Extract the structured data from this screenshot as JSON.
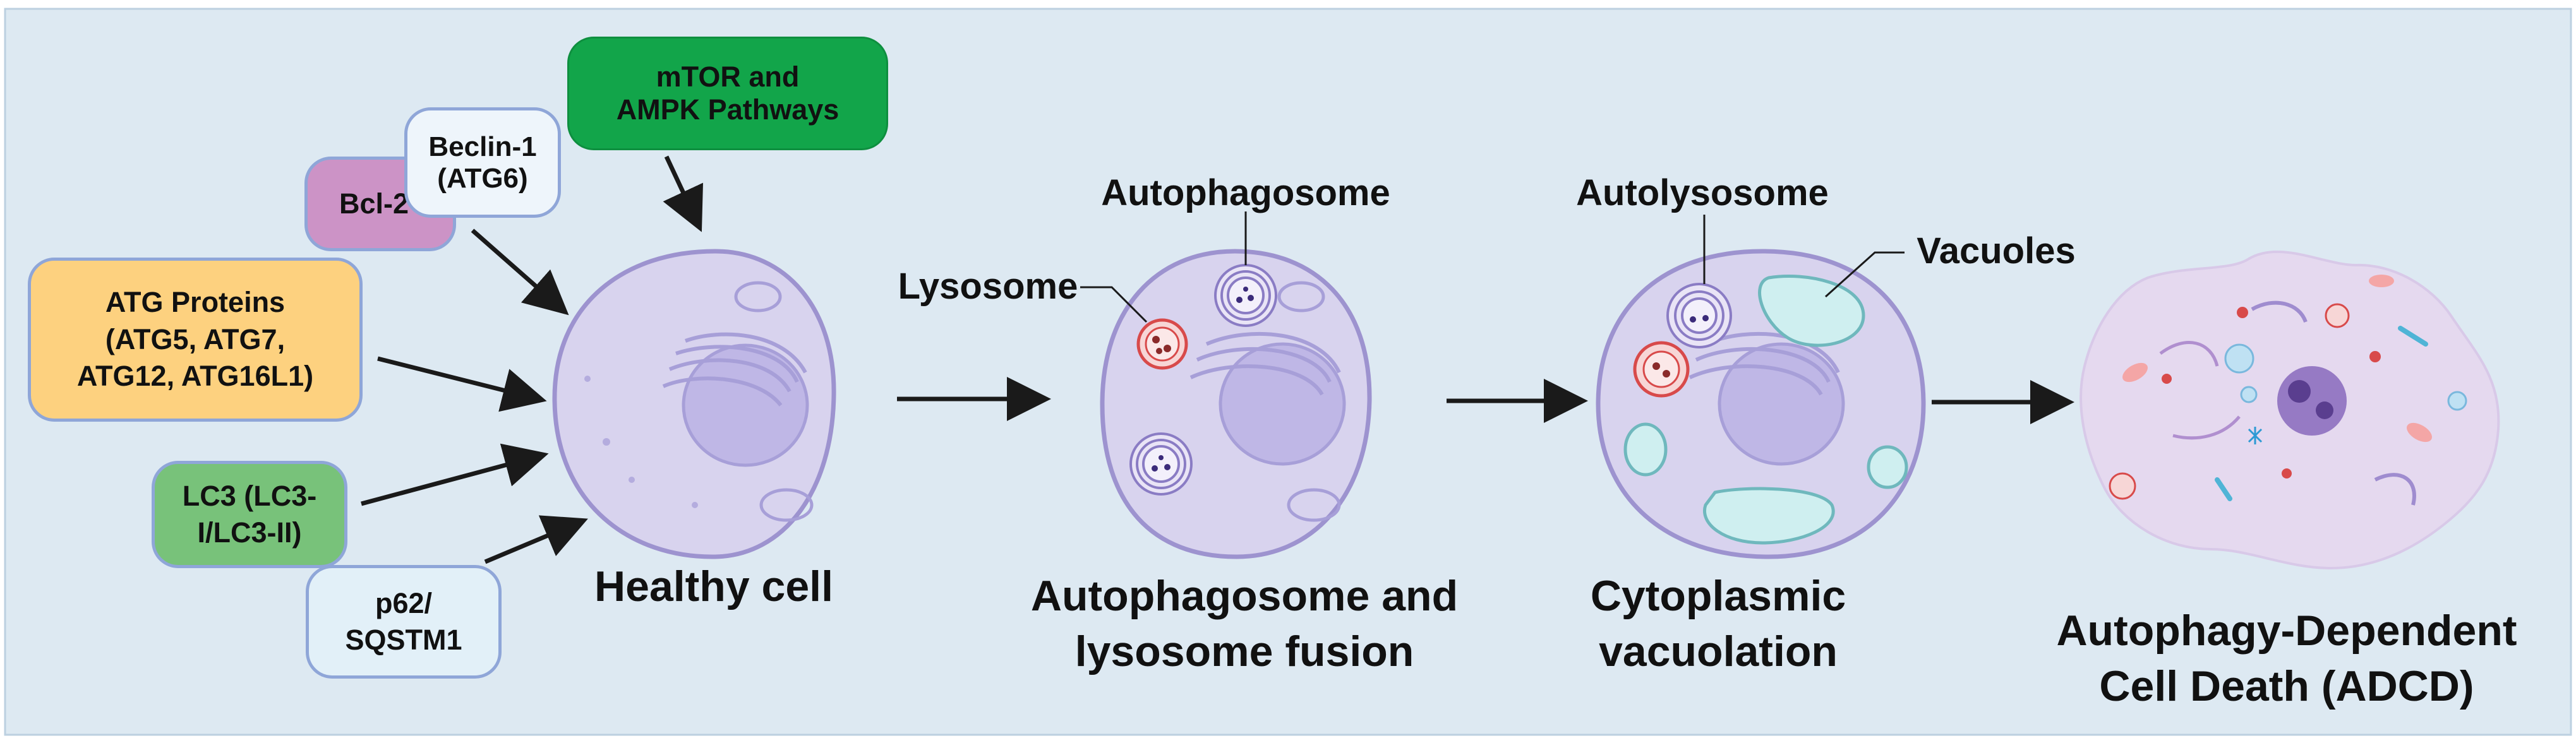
{
  "colors": {
    "panel_bg": "#dde9f2",
    "panel_border": "#bcd0e0",
    "cell_fill": "#d8d3ee",
    "cell_border": "#9d93cf",
    "nucleus_fill": "#bfb7e6",
    "green_box": "#12a54a",
    "orange_box": "#fdd17f",
    "pink_box": "#cc93c6",
    "lc3_box": "#78c27a",
    "light_box": "#e2f0f8",
    "arrow": "#1a1a1a"
  },
  "regulators": {
    "mtor": "mTOR and\nAMPK Pathways",
    "beclin": "Beclin-1\n(ATG6)",
    "bcl2": "Bcl-2",
    "atg": "ATG Proteins\n(ATG5, ATG7,\nATG12, ATG16L1)",
    "lc3": "LC3 (LC3-\nI/LC3-II)",
    "p62": "p62/\nSQSTM1"
  },
  "stages": {
    "healthy": "Healthy cell",
    "fusion": "Autophagosome and\nlysosome fusion",
    "vacuolation": "Cytoplasmic\nvacuolation",
    "adcd": "Autophagy-Dependent\nCell Death (ADCD)"
  },
  "callouts": {
    "autophagosome": "Autophagosome",
    "lysosome": "Lysosome",
    "autolysosome": "Autolysosome",
    "vacuoles": "Vacuoles"
  }
}
